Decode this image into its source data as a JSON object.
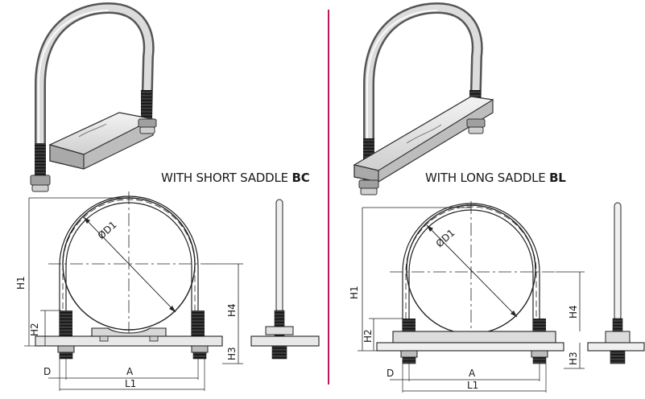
{
  "captions": {
    "short": {
      "text": "WITH SHORT SADDLE ",
      "code": "BC"
    },
    "long": {
      "text": "WITH LONG SADDLE ",
      "code": "BL"
    }
  },
  "dimensions": {
    "h1": "H1",
    "h2": "H2",
    "h3": "H3",
    "h4": "H4",
    "d": "D",
    "a": "A",
    "l1": "L1",
    "d1": "ØD1"
  },
  "colors": {
    "divider": "#c2185b",
    "line": "#222222",
    "metal_light": "#e9e9e9",
    "metal_dark": "#9a9a9a",
    "thread": "#2b2b2b"
  }
}
